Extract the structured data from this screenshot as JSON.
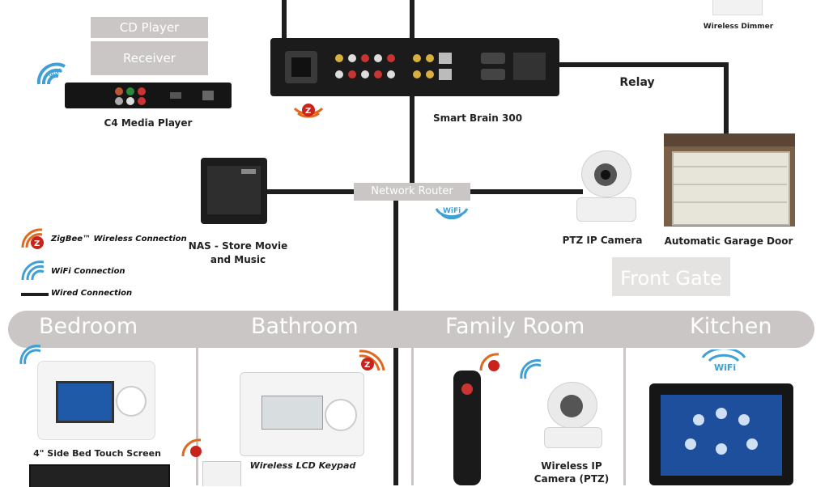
{
  "top_left": {
    "cd_player": "CD Player",
    "receiver": "Receiver"
  },
  "devices": {
    "media_player": "C4 Media Player",
    "smart_brain": "Smart Brain 300",
    "wireless_dimmer": "Wireless Dimmer",
    "relay": "Relay",
    "router": "Network Router",
    "nas": "NAS - Store Movie and Music",
    "ptz_camera": "PTZ IP Camera",
    "garage_door": "Automatic Garage Door",
    "front_gate": "Front Gate"
  },
  "legend": {
    "zigbee": "ZigBee™ Wireless Connection",
    "wifi": "WiFi Connection",
    "wired": "Wired Connection"
  },
  "rooms": [
    "Bedroom",
    "Bathroom",
    "Family Room",
    "Kitchen"
  ],
  "room_devices": {
    "bedroom_touch": "4\" Side Bed Touch Screen",
    "lcd_keypad": "Wireless LCD Keypad",
    "wireless_camera": "Wireless IP Camera (PTZ)"
  },
  "badge": {
    "wifi": "WiFi"
  },
  "colors": {
    "wifi_blue": "#3fa0d6",
    "zigbee_orange": "#e0691f",
    "zigbee_red": "#c8241b",
    "wire": "#1e1e1e",
    "label_grey": "#c9c6c5"
  }
}
